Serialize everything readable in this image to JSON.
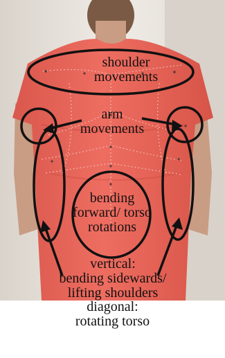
{
  "labels": {
    "shoulder": [
      "shoulder",
      "movements"
    ],
    "arm": [
      "arm",
      "movements"
    ],
    "bending": [
      "bending",
      "forward/ torso",
      "rotations"
    ],
    "vertical": [
      "vertical:",
      "bending sidewards/",
      "lifting shoulders"
    ]
  },
  "caption": [
    "diagonal:",
    "rotating torso"
  ],
  "colors": {
    "shirt": "#e8665a",
    "background": "#ece7e0",
    "skin": "#c99c84",
    "annotation": "#111111"
  }
}
